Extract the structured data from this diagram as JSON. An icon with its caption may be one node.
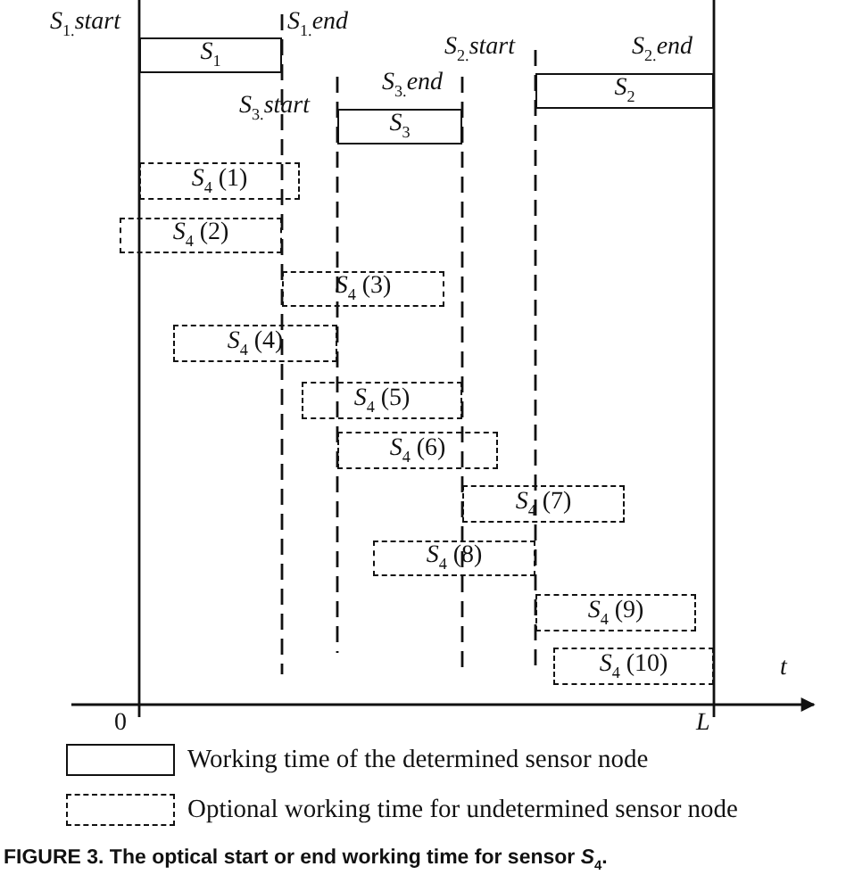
{
  "diagram": {
    "caption": "FIGURE 3. The optical start or end working time for sensor *S*$_{4}$.",
    "nodes": [
      {
        "text": [
          "*S*$_{1}$"
        ]
      },
      {
        "text": [
          "*S*$_{2}$"
        ]
      },
      {
        "text": [
          "*S*$_{3}$"
        ]
      },
      {
        "text": [
          "*S*$_{4}$ (1)"
        ]
      },
      {
        "text": [
          "*S*$_{4}$ (2)"
        ]
      },
      {
        "text": [
          "*S*$_{4}$ (3)"
        ]
      },
      {
        "text": [
          "*S*$_{4}$ (4)"
        ]
      },
      {
        "text": [
          "*S*$_{4}$ (5)"
        ]
      },
      {
        "text": [
          "*S*$_{4}$ (6)"
        ]
      },
      {
        "text": [
          "*S*$_{4}$ (7)"
        ]
      },
      {
        "text": [
          "*S*$_{4}$ (8)"
        ]
      },
      {
        "text": [
          "*S*$_{4}$ (9)"
        ]
      },
      {
        "text": [
          "*S*$_{4}$ (10)"
        ]
      }
    ],
    "labels": [
      "*S*$_{1.}$*start*",
      "*S*$_{1.}$*end*",
      "*S*$_{2.}$*start*",
      "*S*$_{2.}$*end*",
      "*S*$_{3.}$*end*",
      "*S*$_{3.}$*start*",
      "*t*",
      "0",
      "*L*"
    ],
    "legend": [
      {
        "text": "Working time of the determined sensor node"
      },
      {
        "text": "Optional working time for undetermined sensor node"
      }
    ]
  }
}
